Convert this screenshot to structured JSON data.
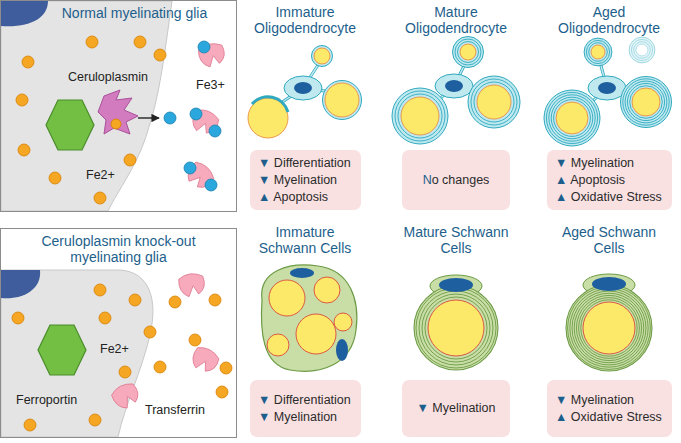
{
  "diagram": {
    "nodes": [
      {
        "text": [
          "Normal myelinating glia"
        ]
      },
      {
        "text": [
          "Ceruloplasmin knock-out myelinating glia"
        ]
      },
      {
        "text": [
          "▼ Differentiation",
          "▼ Myelination",
          "▲ Apoptosis"
        ]
      },
      {
        "text": [
          "No changes"
        ]
      },
      {
        "text": [
          "▼ Myelination",
          "▲ Apoptosis",
          "▲ Oxidative Stress"
        ]
      },
      {
        "text": [
          "▼ Differentiation",
          "▼ Myelination"
        ]
      },
      {
        "text": [
          "▼ Myelination"
        ]
      },
      {
        "text": [
          "▼ Myelination",
          "▲ Oxidative Stress"
        ]
      }
    ],
    "labels": [
      "Ceruloplasmin",
      "Fe3+",
      "Fe2+",
      "Fe2+",
      "Ferroportin",
      "Transferrin",
      "Immature Oligodendrocyte",
      "Mature Oligodendrocyte",
      "Aged Oligodendrocyte",
      "Immature Schwann Cells",
      "Mature Schwann Cells",
      "Aged Schwann Cells"
    ]
  }
}
